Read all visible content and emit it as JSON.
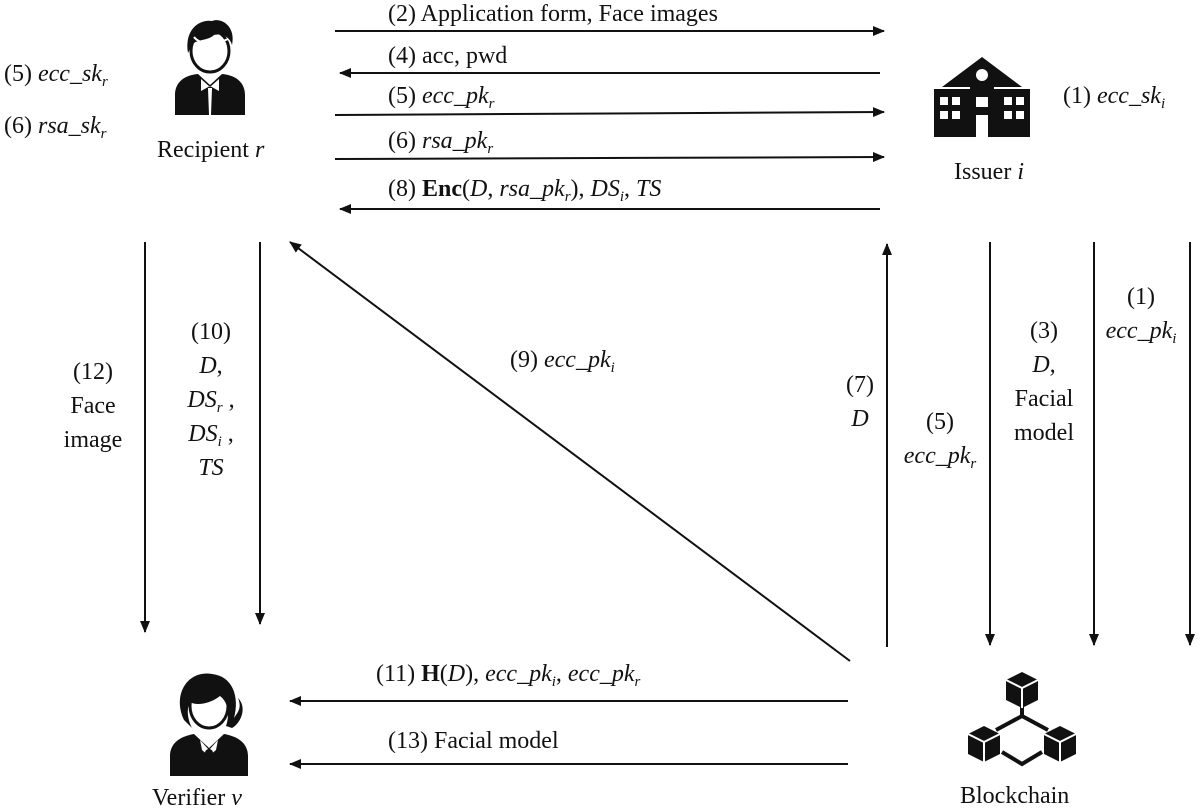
{
  "entities": {
    "recipient": {
      "name": "Recipient",
      "var": "r"
    },
    "issuer": {
      "name": "Issuer",
      "var": "i"
    },
    "verifier": {
      "name": "Verifier",
      "var": "v"
    },
    "blockchain": {
      "name": "Blockchain"
    }
  },
  "recipient_keys": {
    "k5": {
      "num": "(5)",
      "base": "ecc_sk",
      "sub": "r"
    },
    "k6": {
      "num": "(6)",
      "base": "rsa_sk",
      "sub": "r"
    }
  },
  "issuer_key": {
    "num": "(1)",
    "base": "ecc_sk",
    "sub": "i"
  },
  "messages": {
    "m2": {
      "num": "(2)",
      "text": "Application form, Face images",
      "direction": "recipient→issuer"
    },
    "m4": {
      "num": "(4)",
      "text": "acc, pwd",
      "direction": "issuer→recipient"
    },
    "m5": {
      "num": "(5)",
      "base": "ecc_pk",
      "sub": "r",
      "direction": "recipient→issuer"
    },
    "m6": {
      "num": "(6)",
      "base": "rsa_pk",
      "sub": "r",
      "direction": "recipient→issuer"
    },
    "m8": {
      "num": "(8)",
      "enc": "Enc",
      "d": "D",
      "rsa": "rsa_pk",
      "rsa_sub": "r",
      "ds": "DS",
      "ds_sub": "i",
      "ts": "TS",
      "direction": "issuer→recipient"
    },
    "m9": {
      "num": "(9)",
      "base": "ecc_pk",
      "sub": "i",
      "direction": "blockchain→recipient"
    },
    "m7": {
      "num": "(7)",
      "d": "D",
      "direction": "blockchain→issuer"
    },
    "m5b": {
      "num": "(5)",
      "base": "ecc_pk",
      "sub": "r",
      "direction": "issuer→blockchain"
    },
    "m3": {
      "num": "(3)",
      "d": "D,",
      "line2": "Facial",
      "line3": "model",
      "direction": "issuer→blockchain"
    },
    "m1": {
      "num": "(1)",
      "base": "ecc_pk",
      "sub": "i",
      "direction": "issuer→blockchain"
    },
    "m12": {
      "num": "(12)",
      "line1": "Face",
      "line2": "image",
      "direction": "recipient→verifier"
    },
    "m10": {
      "num": "(10)",
      "d": "D",
      "ds_r": "DS",
      "ds_r_sub": "r",
      "ds_i": "DS",
      "ds_i_sub": "i",
      "ts": "TS",
      "direction": "recipient→verifier"
    },
    "m11": {
      "num": "(11)",
      "h": "H",
      "d": "D",
      "pk_i": "ecc_pk",
      "pk_i_sub": "i",
      "pk_r": "ecc_pk",
      "pk_r_sub": "r",
      "direction": "blockchain→verifier"
    },
    "m13": {
      "num": "(13)",
      "text": "Facial model",
      "direction": "blockchain→verifier"
    }
  },
  "icons": {
    "recipient": "male-user-icon",
    "issuer": "building-icon",
    "verifier": "female-user-icon",
    "blockchain": "blockchain-cubes-icon"
  },
  "colors": {
    "ink": "#111111",
    "background": "#ffffff"
  }
}
